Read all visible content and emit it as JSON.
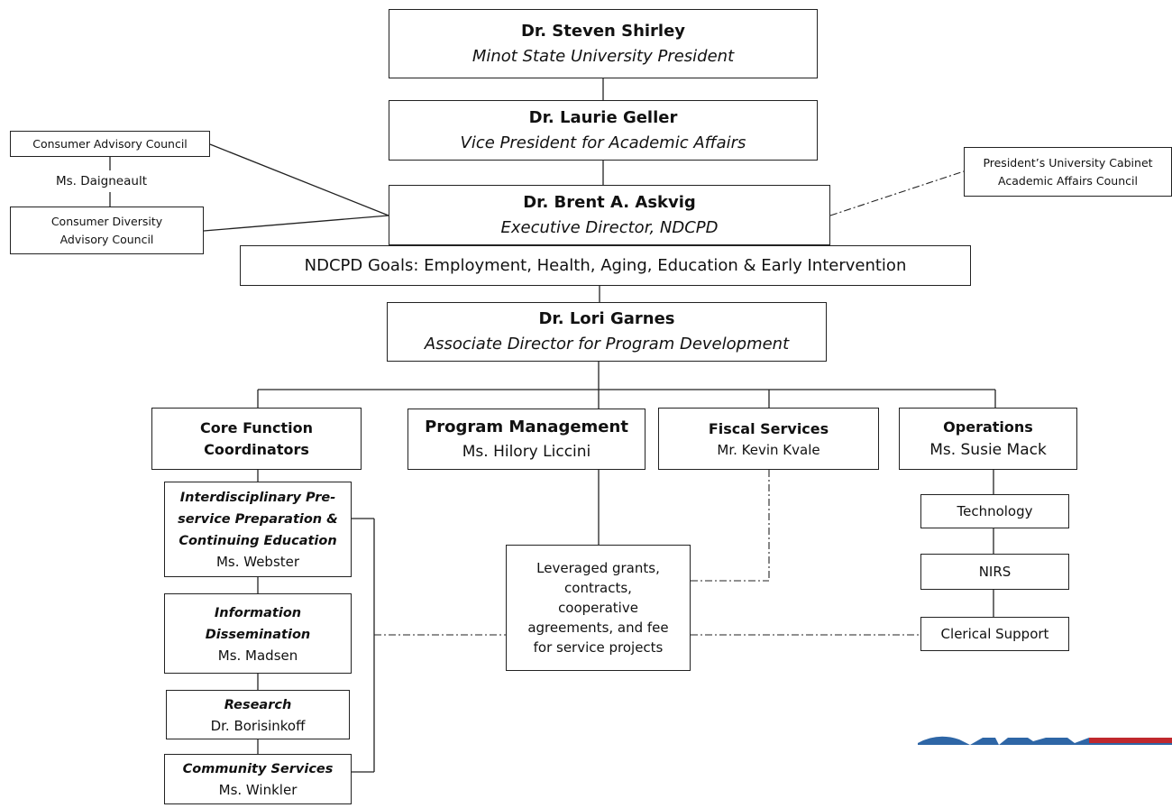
{
  "president": {
    "name": "Dr. Steven Shirley",
    "title": "Minot State University President"
  },
  "vp": {
    "name": "Dr. Laurie Geller",
    "title": "Vice President for Academic Affairs"
  },
  "exec": {
    "name": "Dr. Brent A. Askvig",
    "title": "Executive Director, NDCPD"
  },
  "goals": "NDCPD Goals: Employment, Health, Aging, Education & Early Intervention",
  "assoc": {
    "name": "Dr. Lori Garnes",
    "title": "Associate Director for Program Development"
  },
  "advisory": {
    "council1": "Consumer Advisory Council",
    "liaison": "Ms. Daigneault",
    "council2_line1": "Consumer Diversity",
    "council2_line2": "Advisory Council"
  },
  "cabinet": {
    "line1": "President’s University Cabinet",
    "line2": "Academic Affairs Council"
  },
  "divisions": {
    "core": {
      "line1": "Core Function",
      "line2": "Coordinators"
    },
    "program": {
      "name": "Program Management",
      "person": "Ms. Hilory Liccini"
    },
    "fiscal": {
      "name": "Fiscal Services",
      "person": "Mr. Kevin Kvale"
    },
    "operations": {
      "name": "Operations",
      "person": "Ms. Susie Mack"
    }
  },
  "core_units": [
    {
      "l1": "Interdisciplinary Pre-",
      "l2": "service Preparation &",
      "l3": "Continuing Education",
      "person": "Ms. Webster"
    },
    {
      "l1": "Information",
      "l2": "Dissemination",
      "person": "Ms. Madsen"
    },
    {
      "l1": "Research",
      "person": "Dr. Borisinkoff"
    },
    {
      "l1": "Community Services",
      "person": "Ms. Winkler"
    }
  ],
  "grants": {
    "l1": "Leveraged grants,",
    "l2": "contracts,",
    "l3": "cooperative",
    "l4": "agreements, and fee",
    "l5": "for service projects"
  },
  "ops_units": [
    "Technology",
    "NIRS",
    "Clerical Support"
  ]
}
